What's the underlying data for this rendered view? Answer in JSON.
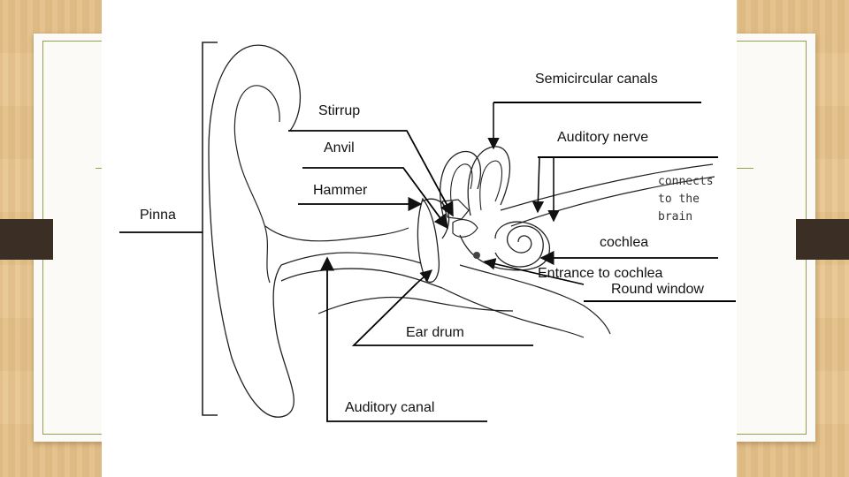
{
  "labels": {
    "semicircular_canals": "Semicircular canals",
    "stirrup": "Stirrup",
    "anvil": "Anvil",
    "auditory_nerve": "Auditory nerve",
    "hammer": "Hammer",
    "connects_to_brain": "connects\nto the\nbrain",
    "pinna": "Pinna",
    "cochlea": "cochlea",
    "entrance_to_cochlea": "Entrance to cochlea",
    "round_window": "Round window",
    "ear_drum": "Ear drum",
    "auditory_canal": "Auditory canal"
  },
  "colors": {
    "wood_background": "#e7c691",
    "slide_frame": "#8ea24f",
    "side_tabs": "#3b2e25",
    "diagram_ink": "#111111"
  }
}
